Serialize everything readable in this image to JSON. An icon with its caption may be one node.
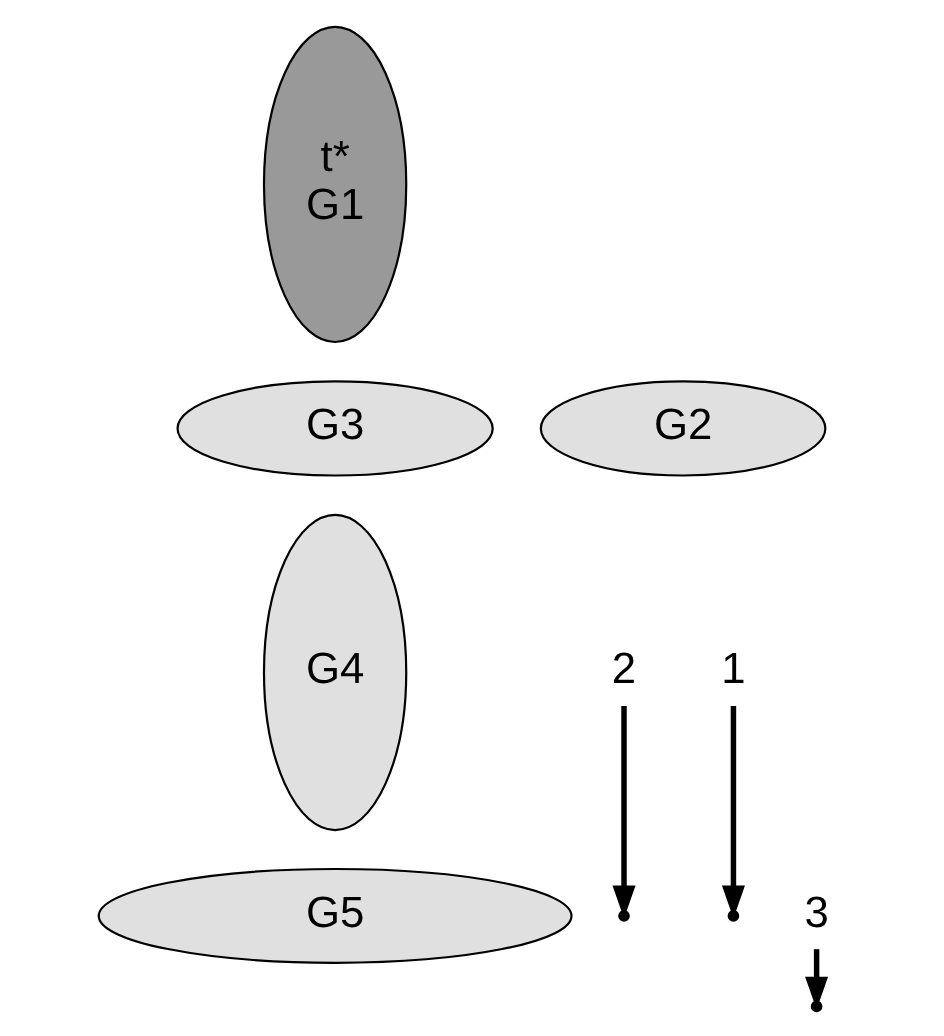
{
  "diagram": {
    "nodes": [
      {
        "text": [
          "t*",
          "G1"
        ]
      },
      {
        "text": [
          "G3"
        ]
      },
      {
        "text": [
          "G2"
        ]
      },
      {
        "text": [
          "G4"
        ]
      },
      {
        "text": [
          "G5"
        ]
      },
      {
        "text": [
          "2"
        ]
      },
      {
        "text": [
          "1"
        ]
      },
      {
        "text": [
          "3"
        ]
      }
    ],
    "edges": [
      {
        "from": 5,
        "to": null,
        "arrow": "to"
      },
      {
        "from": 6,
        "to": null,
        "arrow": "to"
      },
      {
        "from": 7,
        "to": null,
        "arrow": "to"
      }
    ]
  }
}
